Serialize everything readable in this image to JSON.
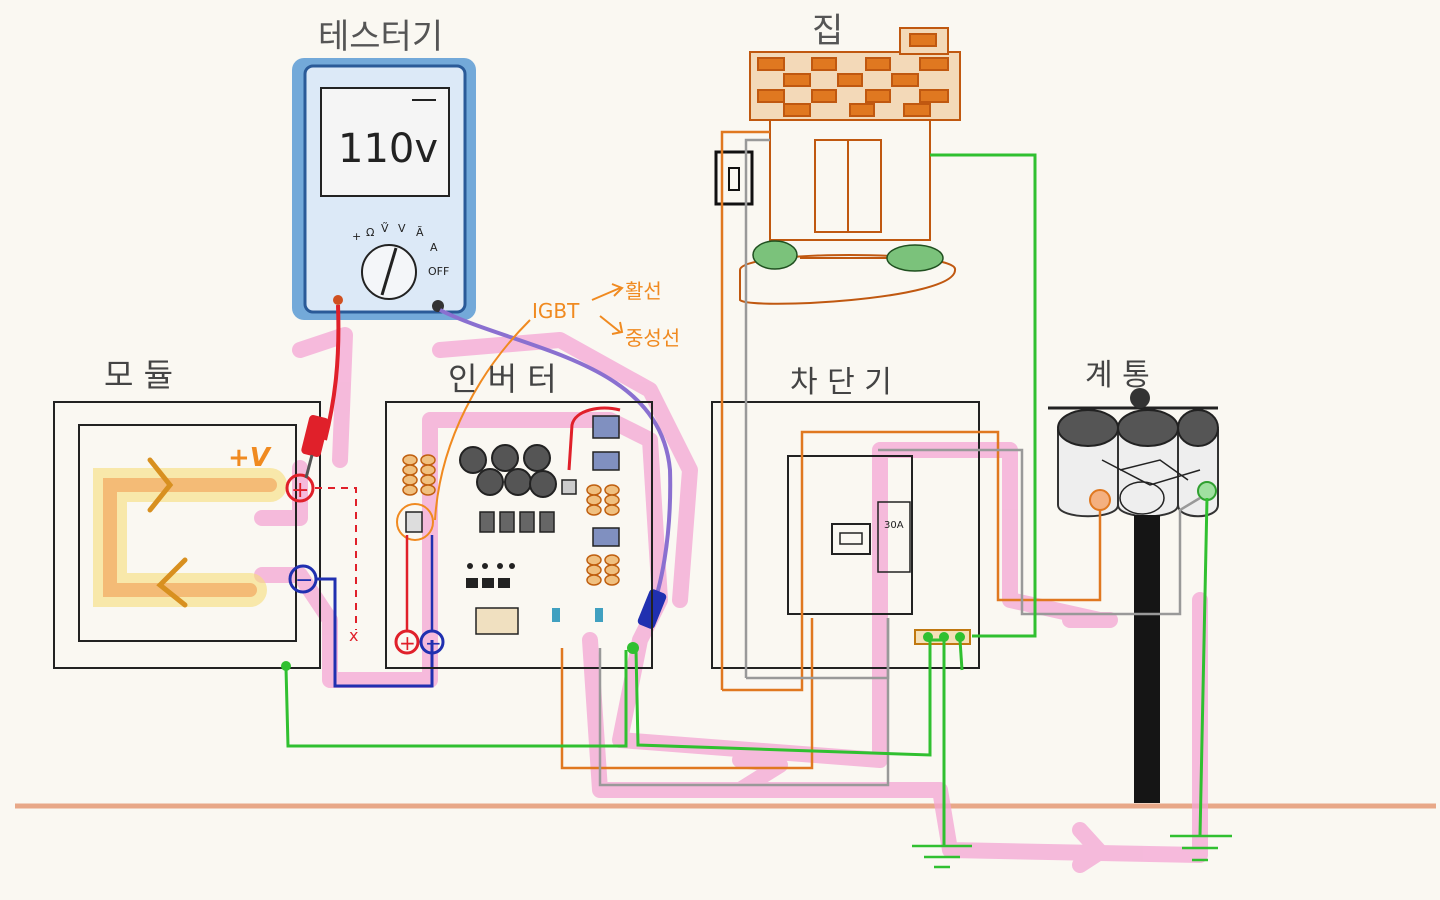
{
  "labels": {
    "tester": "테스터기",
    "house": "집",
    "module": "모 듈",
    "inverter": "인 버 터",
    "breaker": "차 단 기",
    "grid": "계 통",
    "meter_reading": "110v",
    "igbt": "IGBT",
    "live_wire": "활선",
    "neutral_wire": "중성선",
    "module_voltage": "+V",
    "meter_off": "OFF",
    "dial_marks": [
      "+",
      "Ω",
      "Ṽ",
      "V",
      "Ã",
      "A"
    ],
    "plus_sign": "+",
    "minus_sign": "−",
    "x_mark": "x",
    "breaker_badge": "30A"
  },
  "colors": {
    "meter_blue": "#5b9bd5",
    "flow_pink": "#f4a6d4",
    "sun_glow": "#f5d060",
    "wire_red": "#e0202a",
    "wire_blue": "#2030b0",
    "wire_green": "#30c030",
    "wire_orange": "#e07820",
    "wire_gray": "#8a8a8a",
    "wire_purple": "#8a70d0",
    "ground_line": "#e0a080",
    "label_orange": "#f08a20"
  }
}
